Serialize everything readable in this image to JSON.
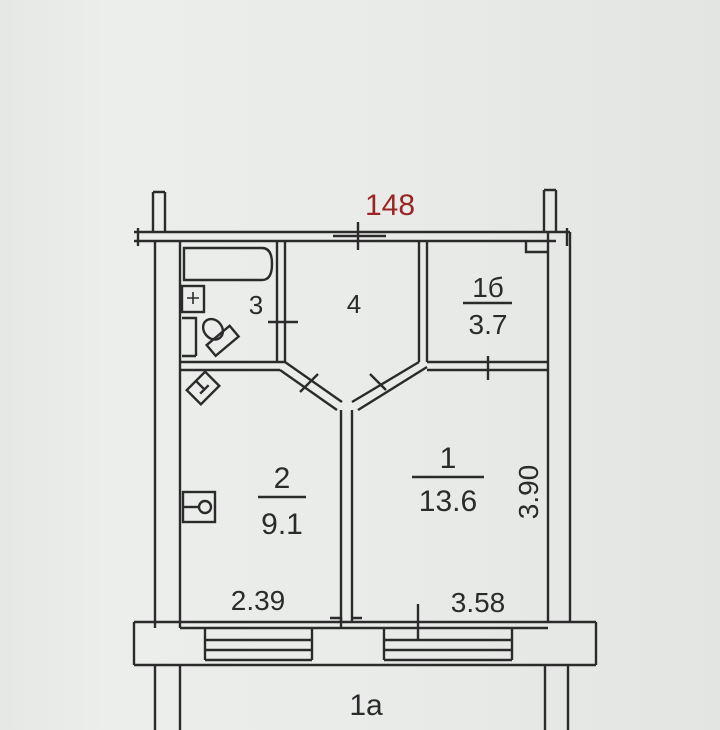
{
  "header": {
    "plan_number": "148"
  },
  "rooms": {
    "room_1": {
      "number": "1",
      "area": "13.6"
    },
    "room_2": {
      "number": "2",
      "area": "9.1"
    },
    "room_3": {
      "number": "3"
    },
    "room_4": {
      "number": "4"
    },
    "room_1b": {
      "number": "1б",
      "area": "3.7"
    },
    "room_1a": {
      "number": "1a"
    }
  },
  "dimensions": {
    "width_room_2": "2.39",
    "width_room_1": "3.58",
    "depth_room_1": "3.90"
  },
  "colors": {
    "plan_number": "#9b2424",
    "wall": "#2b2b2b",
    "paper": "#e9ebe9"
  }
}
